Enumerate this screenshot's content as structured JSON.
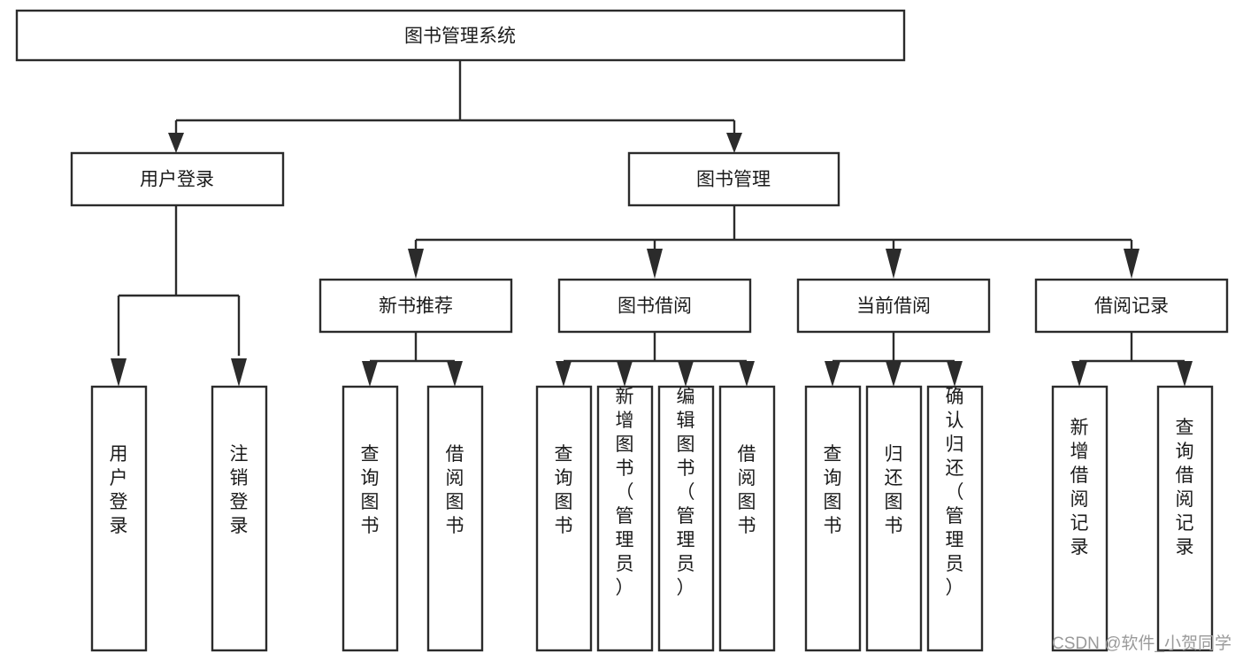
{
  "diagram": {
    "title": "图书管理系统",
    "type": "hierarchy-tree",
    "watermark": "CSDN @软件_小贺同学",
    "colors": {
      "stroke": "#2b2b2b",
      "box_fill": "#ffffff",
      "text": "#1b1b1b",
      "background": "#ffffff",
      "watermark": "#9a9a9a"
    },
    "levels": {
      "root": {
        "label": "图书管理系统"
      },
      "level1": [
        {
          "label": "用户登录"
        },
        {
          "label": "图书管理"
        }
      ],
      "level2": [
        {
          "label": "新书推荐"
        },
        {
          "label": "图书借阅"
        },
        {
          "label": "当前借阅"
        },
        {
          "label": "借阅记录"
        }
      ],
      "leaves": {
        "user_login": [
          {
            "label": "用户登录"
          },
          {
            "label": "注销登录"
          }
        ],
        "new_book_recommend": [
          {
            "label": "查询图书"
          },
          {
            "label": "借阅图书"
          }
        ],
        "book_borrow": [
          {
            "label": "查询图书"
          },
          {
            "label": "新增图书（管理员）"
          },
          {
            "label": "编辑图书（管理员）"
          },
          {
            "label": "借阅图书"
          }
        ],
        "current_borrow": [
          {
            "label": "查询图书"
          },
          {
            "label": "归还图书"
          },
          {
            "label": "确认归还（管理员）"
          }
        ],
        "borrow_record": [
          {
            "label": "新增借阅记录"
          },
          {
            "label": "查询借阅记录"
          }
        ]
      }
    }
  }
}
